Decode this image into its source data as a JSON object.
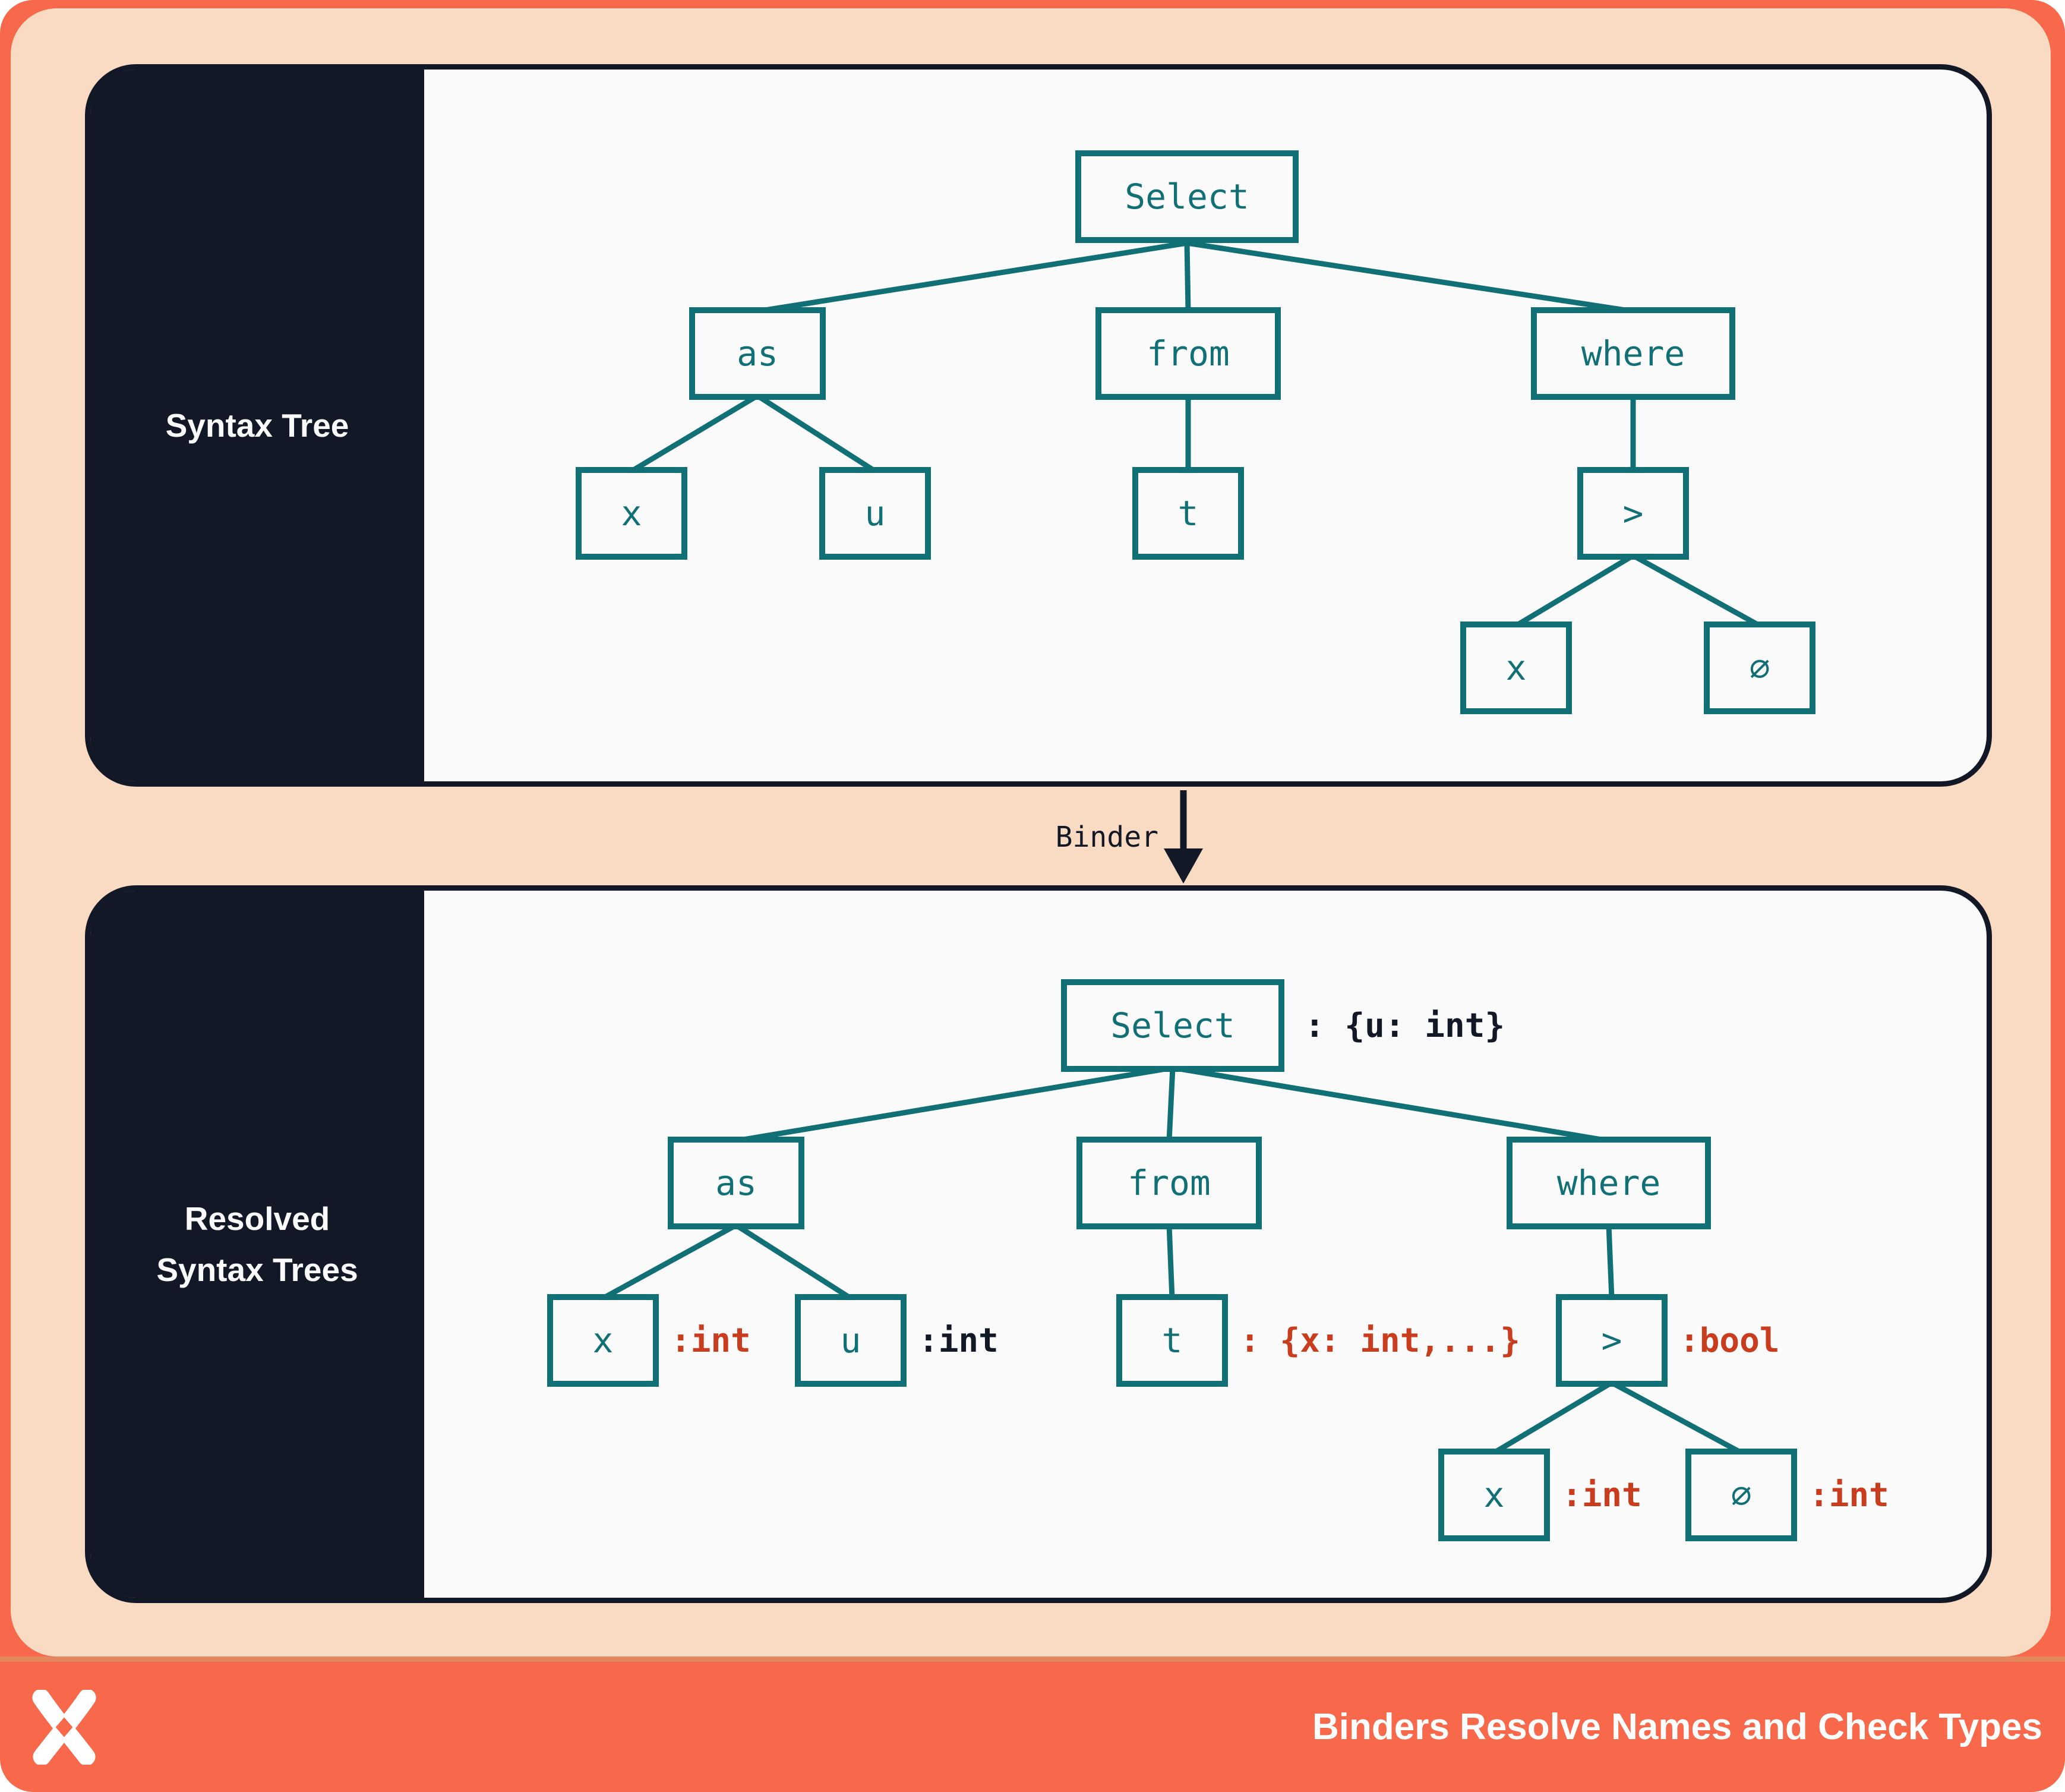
{
  "colors": {
    "frame_coral": "#f8684a",
    "background_peach": "#f8dbc2",
    "panel_navy": "#131827",
    "panel_background": "#fafafa",
    "node_teal": "#116f76",
    "type_annotation_red": "#c93c1d",
    "type_annotation_navy": "#131827",
    "footer_text": "#ffffff"
  },
  "top_panel": {
    "sidebar_label": "Syntax Tree",
    "nodes": {
      "select": "Select",
      "as": "as",
      "from": "from",
      "where": "where",
      "x": "x",
      "u": "u",
      "t": "t",
      "gt": ">",
      "zero": "∅"
    }
  },
  "binder": {
    "label": "Binder"
  },
  "bottom_panel": {
    "sidebar_label": [
      "Resolved",
      "Syntax Trees"
    ],
    "nodes": {
      "select": "Select",
      "as": "as",
      "from": "from",
      "where": "where",
      "x": "x",
      "u": "u",
      "t": "t",
      "gt": ">",
      "zero": "∅"
    },
    "types": {
      "select": ": {u: int}",
      "x": ":int",
      "u": ":int",
      "t": ": {x: int,...}",
      "gt": ":bool",
      "x2": ":int",
      "zero": ":int"
    }
  },
  "footer": {
    "title": "Binders Resolve Names and Check Types"
  }
}
